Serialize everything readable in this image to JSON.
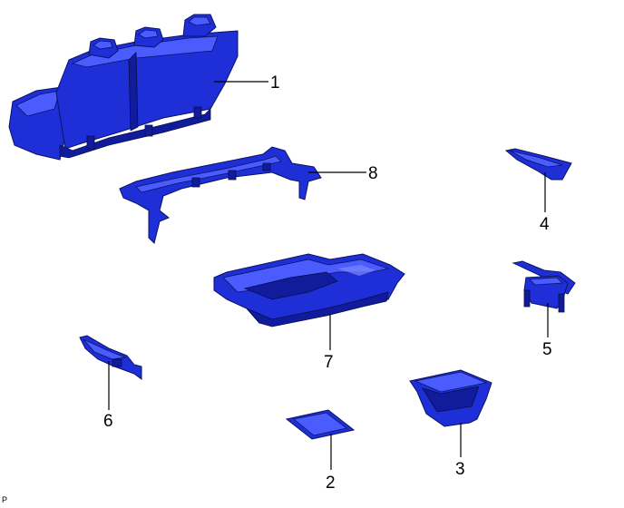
{
  "callouts": [
    {
      "label": "1"
    },
    {
      "label": "2"
    },
    {
      "label": "3"
    },
    {
      "label": "4"
    },
    {
      "label": "5"
    },
    {
      "label": "6"
    },
    {
      "label": "7"
    },
    {
      "label": "8"
    }
  ],
  "corner_mark": "P",
  "colors": {
    "part_fill": "#1f2fd8",
    "part_light": "#4b5cff",
    "part_dark": "#101c9c",
    "outline": "#0a1366"
  }
}
